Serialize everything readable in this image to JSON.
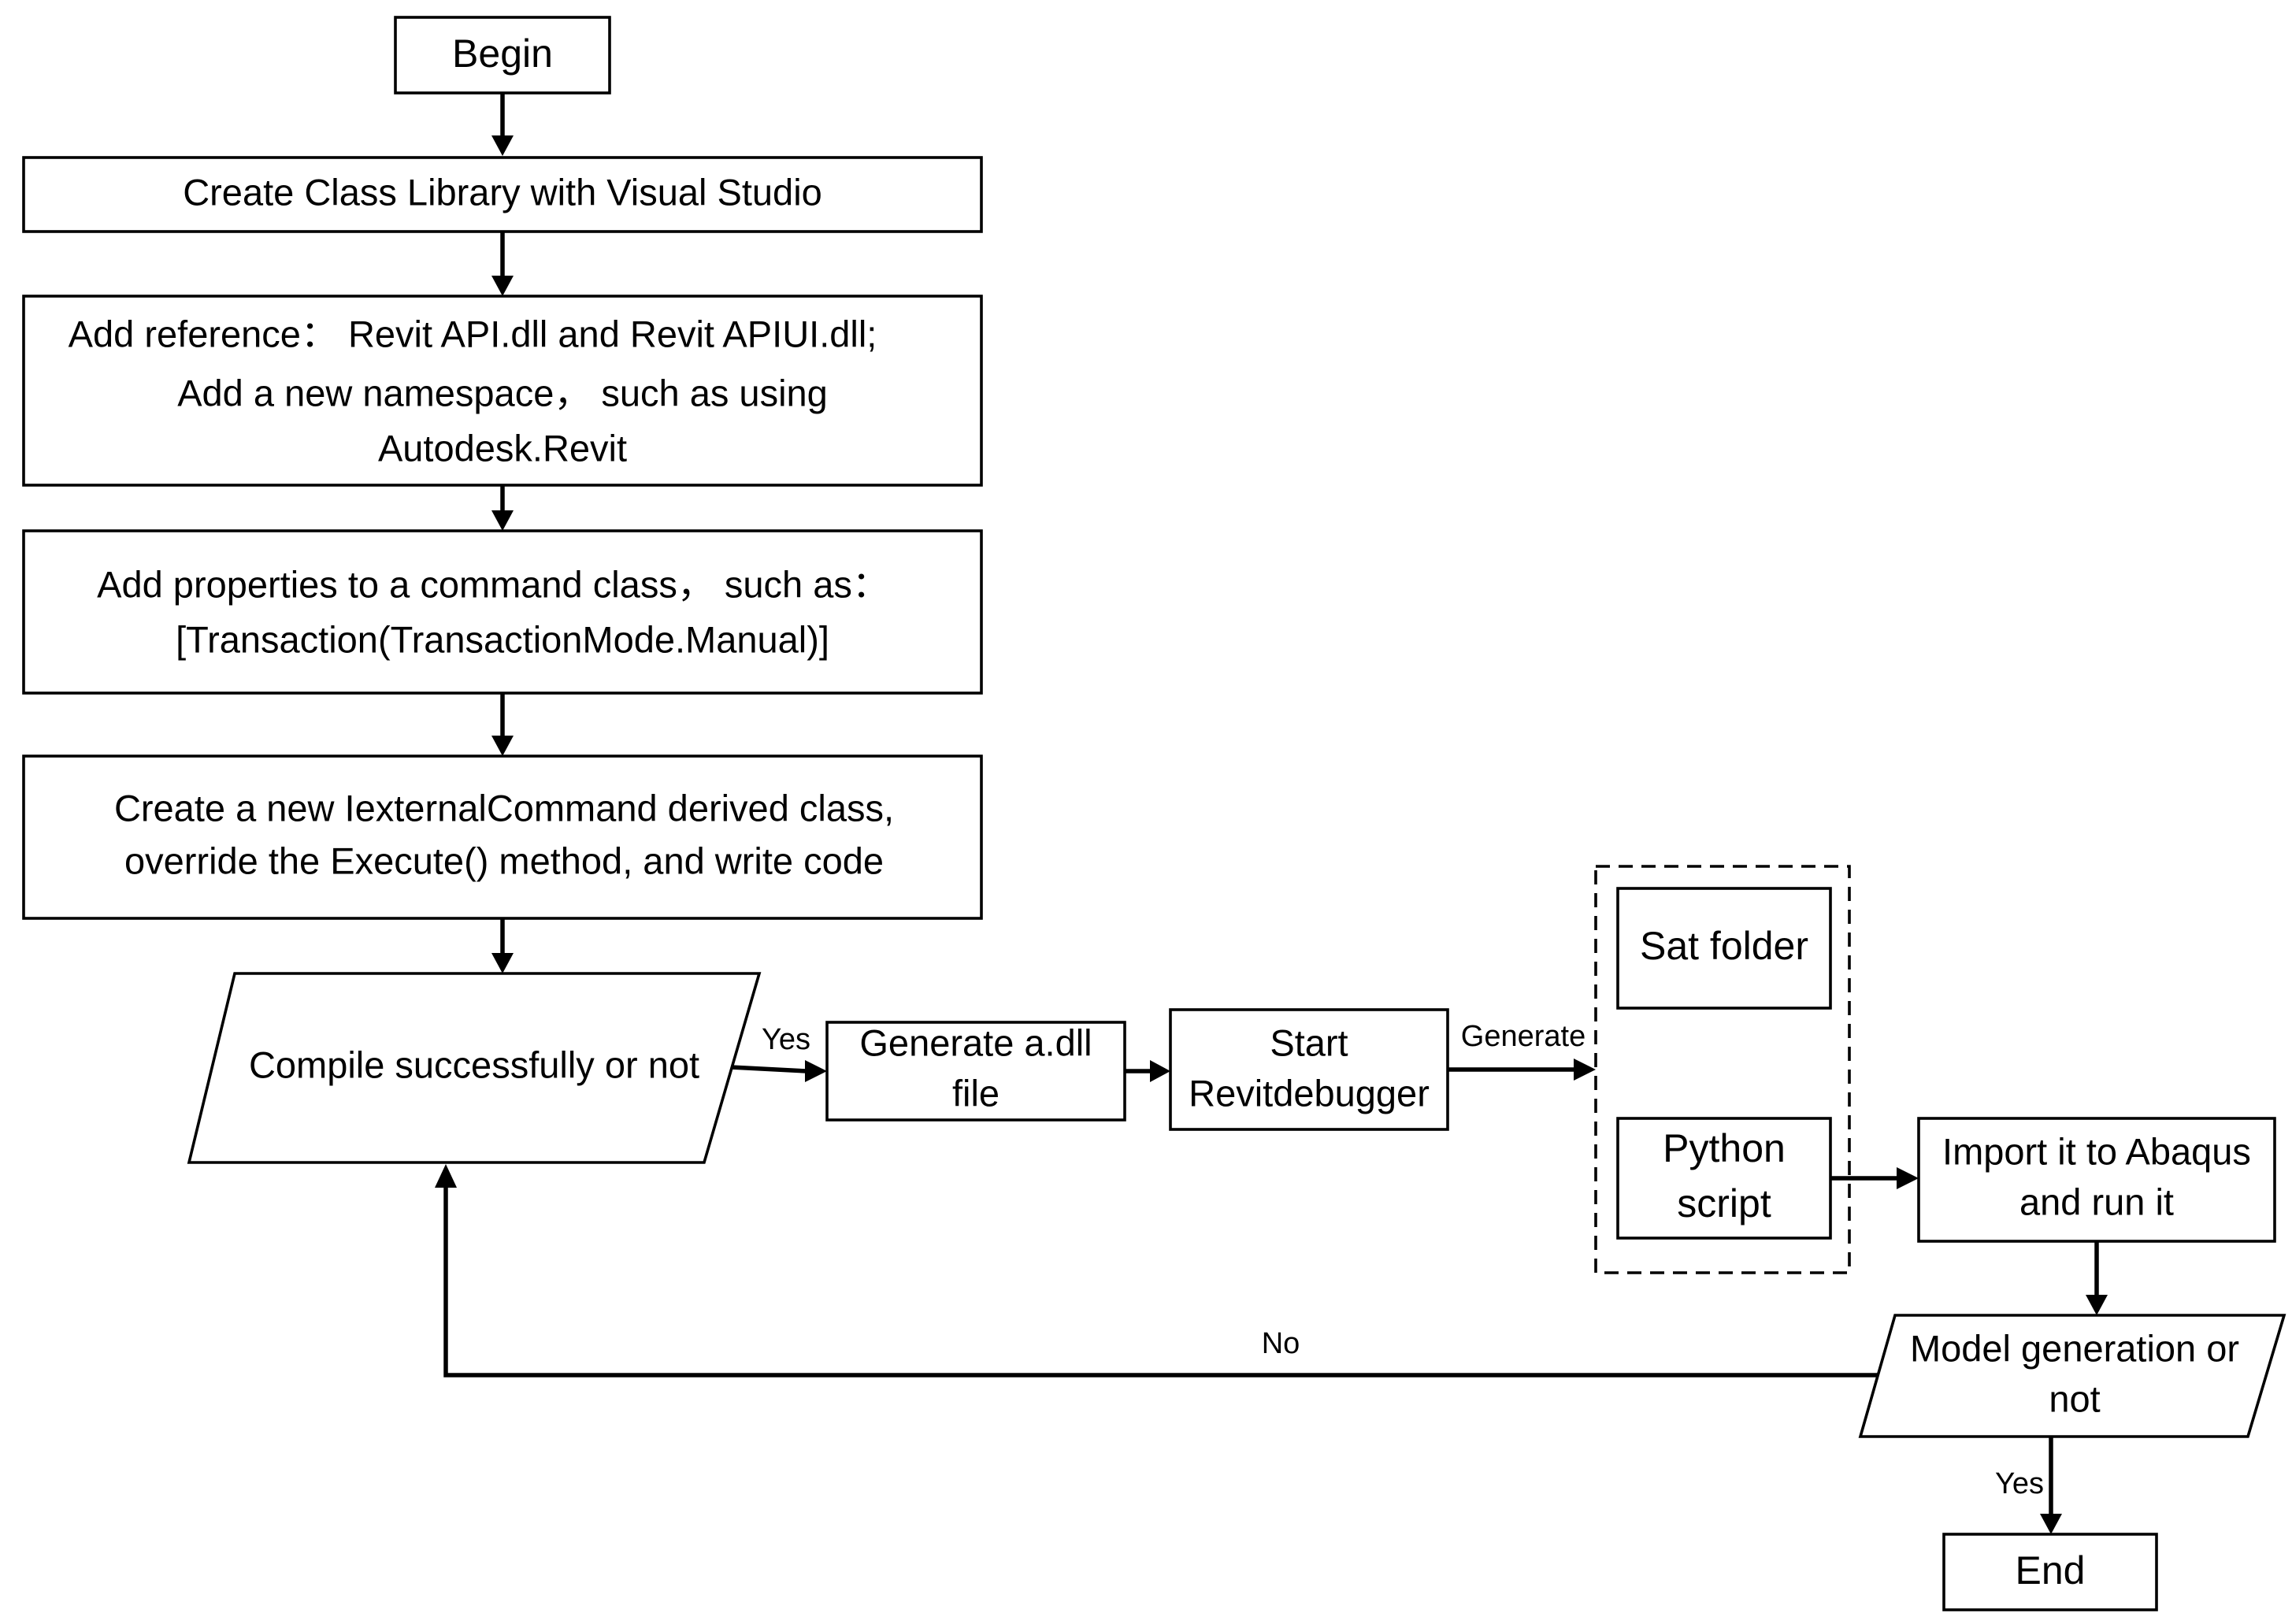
{
  "nodes": {
    "begin": "Begin",
    "create_class": "Create Class Library with Visual Studio",
    "add_reference": {
      "line1": "Add reference：  Revit API.dll and Revit APIUI.dll;",
      "line2": "Add a new namespace，  such as using",
      "line3": "Autodesk.Revit"
    },
    "add_properties": {
      "line1": "Add properties to a command class，  such as：",
      "line2": "[Transaction(TransactionMode.Manual)]"
    },
    "create_command": {
      "line1": "Create a new IexternalCommand derived class,",
      "line2": "override the Execute() method, and write code"
    },
    "compile": "Compile successfully or not",
    "generate_dll": {
      "line1": "Generate a.dll",
      "line2": "file"
    },
    "start_debugger": {
      "line1": "Start",
      "line2": "Revitdebugger"
    },
    "sat_folder": "Sat folder",
    "python_script": {
      "line1": "Python",
      "line2": "script"
    },
    "import_abaqus": {
      "line1": "Import it to Abaqus",
      "line2": "and run it"
    },
    "model_generation": {
      "line1": "Model generation or",
      "line2": "not"
    },
    "end": "End"
  },
  "edge_labels": {
    "compile_yes": "Yes",
    "generate": "Generate",
    "model_no": "No",
    "model_yes": "Yes"
  }
}
